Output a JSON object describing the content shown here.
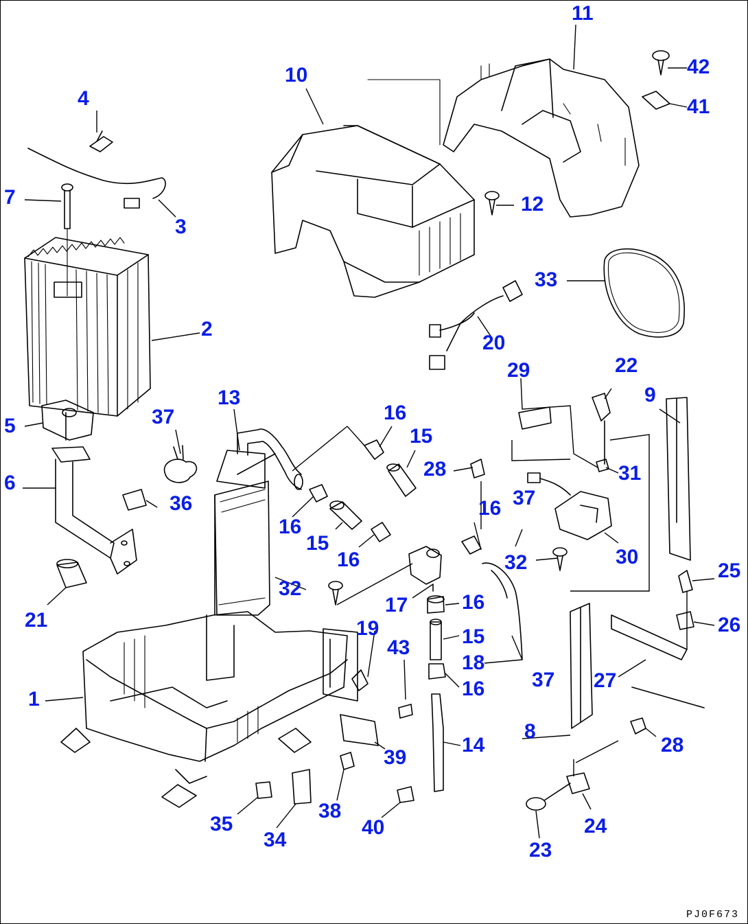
{
  "callouts": {
    "c1": "1",
    "c2": "2",
    "c3": "3",
    "c4": "4",
    "c5": "5",
    "c6": "6",
    "c7": "7",
    "c8": "8",
    "c9": "9",
    "c10": "10",
    "c11": "11",
    "c12": "12",
    "c13": "13",
    "c14": "14",
    "c15a": "15",
    "c15b": "15",
    "c15c": "15",
    "c16a": "16",
    "c16b": "16",
    "c16c": "16",
    "c16d": "16",
    "c16e": "16",
    "c16f": "16",
    "c17": "17",
    "c18": "18",
    "c19": "19",
    "c20": "20",
    "c21": "21",
    "c22": "22",
    "c23": "23",
    "c24": "24",
    "c25": "25",
    "c26": "26",
    "c27": "27",
    "c28a": "28",
    "c28b": "28",
    "c29": "29",
    "c30": "30",
    "c31": "31",
    "c32a": "32",
    "c32b": "32",
    "c33": "33",
    "c34": "34",
    "c35": "35",
    "c36": "36",
    "c37a": "37",
    "c37b": "37",
    "c37c": "37",
    "c38": "38",
    "c39": "39",
    "c40": "40",
    "c41": "41",
    "c42": "42",
    "c43": "43"
  },
  "drawing_code": "PJ0F673",
  "colors": {
    "callout": "#0a1ee6",
    "line": "#000000"
  }
}
